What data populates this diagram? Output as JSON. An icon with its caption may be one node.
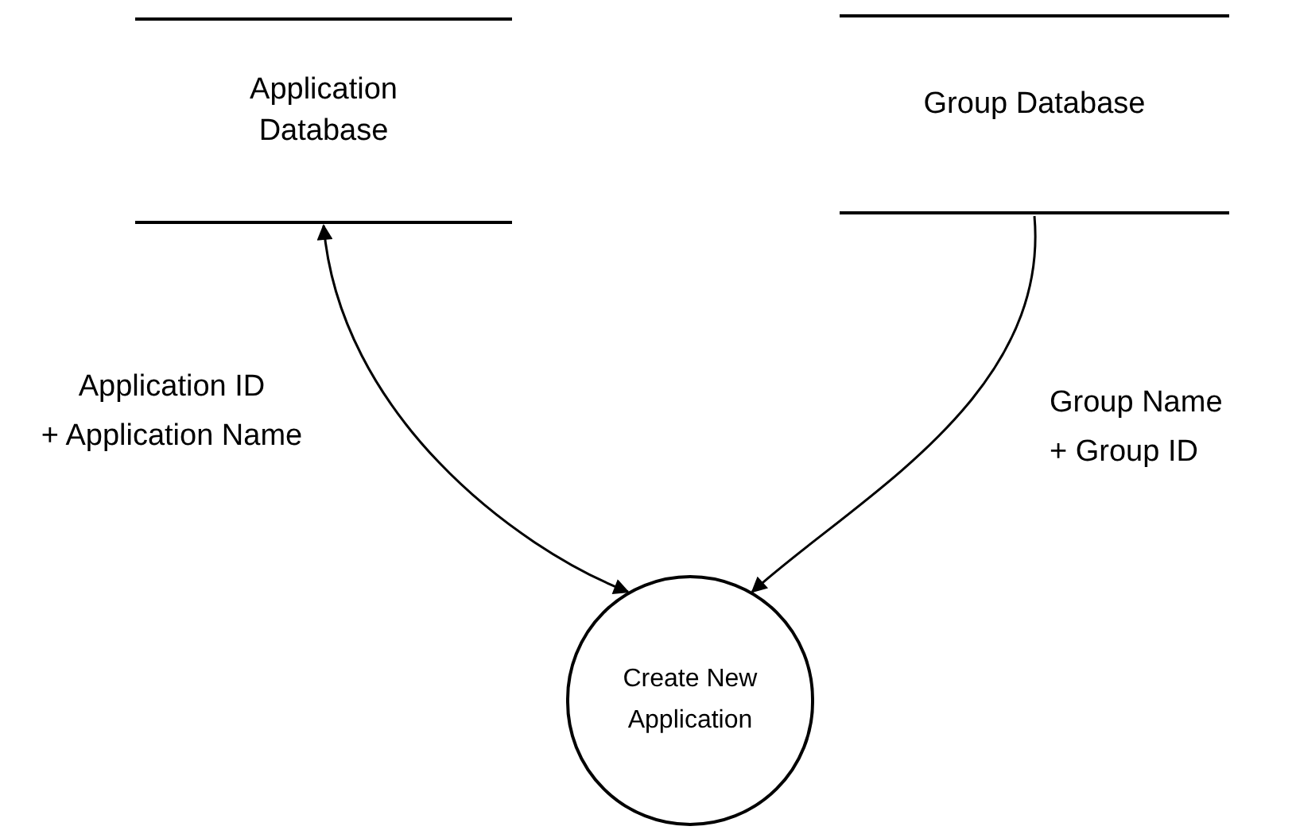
{
  "diagram": {
    "nodes": [
      {
        "text": [
          "Application Database"
        ]
      },
      {
        "text": [
          "Group Database"
        ]
      },
      {
        "text": [
          "Create New Application"
        ]
      }
    ],
    "edges": [
      {
        "from": 0,
        "to": 2,
        "arrow": "both",
        "label": "Application ID + Application Name"
      },
      {
        "from": 1,
        "to": 2,
        "arrow": "to",
        "label": "Group Name + Group ID"
      }
    ]
  }
}
